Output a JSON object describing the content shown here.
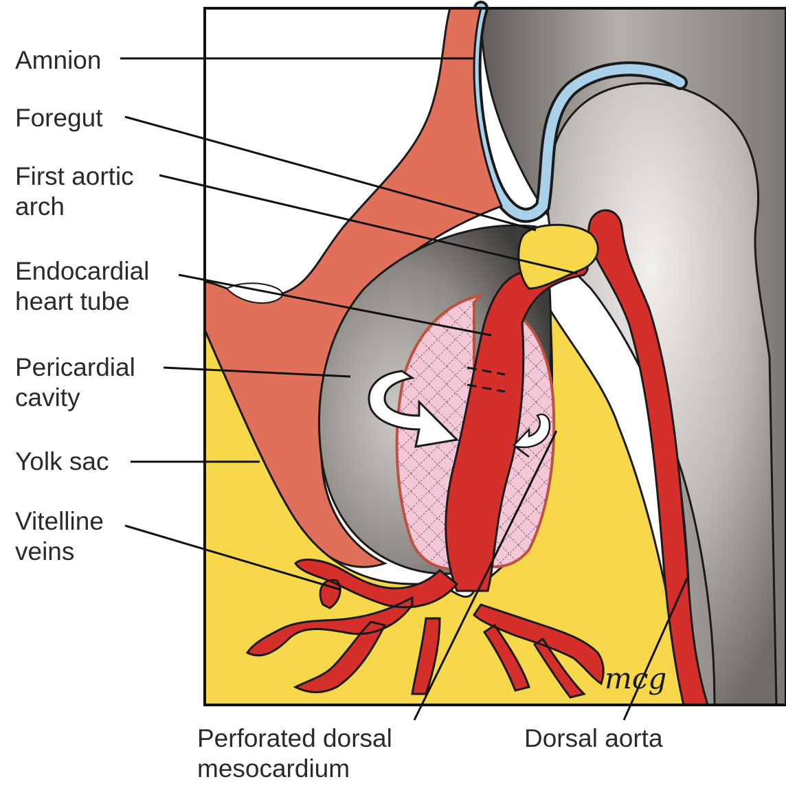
{
  "labels": {
    "amnion": "Amnion",
    "foregut": "Foregut",
    "first_aortic_arch": {
      "line1": "First aortic",
      "line2": "arch"
    },
    "endocardial_heart_tube": {
      "line1": "Endocardial",
      "line2": "heart tube"
    },
    "pericardial_cavity": {
      "line1": "Pericardial",
      "line2": "cavity"
    },
    "yolk_sac": "Yolk sac",
    "vitelline_veins": {
      "line1": "Vitelline",
      "line2": "veins"
    },
    "perforated_dorsal_mesocardium": {
      "line1": "Perforated dorsal",
      "line2": "mesocardium"
    },
    "dorsal_aorta": "Dorsal aorta"
  },
  "signature": "mcg",
  "colors": {
    "yolk": "#f6d84a",
    "mesoderm": "#e0705a",
    "blood_vessel": "#d42f2b",
    "amnion_line": "#a9d1ea",
    "embryo_gray": "#9e9a96",
    "cavity_dark": "#6b6866",
    "myocardium_pink": "#f3c6d8",
    "outline": "#1a1a1a"
  }
}
